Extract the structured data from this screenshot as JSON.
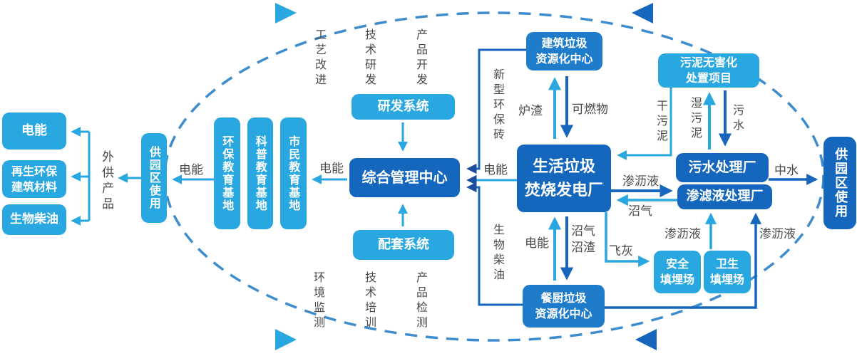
{
  "colors": {
    "light": "#29A7E0",
    "medium": "#1E7CCB",
    "dark": "#1467BD",
    "line_dark": "#1766BE",
    "navy": "#1B4F9E",
    "dash": "#3D8CCE",
    "label": "#4A4A4A"
  },
  "outputs": {
    "dianneng": "电能",
    "zaisheng": "再生环保\n建筑材料",
    "shengwuchaiyou": "生物柴油"
  },
  "park_use_left": "供园区使用",
  "park_use_right": "供园区使用",
  "edu": {
    "huanbao": "环保教育基地",
    "kepu": "科普教育基地",
    "shimin": "市民教育基地"
  },
  "systems": {
    "yanfa": "研发系统",
    "zonghe": "综合管理中心",
    "peitao": "配套系统"
  },
  "plants": {
    "jianzhu": "建筑垃圾\n资源化中心",
    "shenghuo": "生活垃圾\n焚烧发电厂",
    "canchu": "餐厨垃圾\n资源化中心",
    "wuni": "污泥无害化\n处置项目",
    "wushui_plant": "污水处理厂",
    "shenlv_plant": "渗滤液处理厂",
    "anquan": "安全\n填埋场",
    "weisheng": "卫生\n填埋场"
  },
  "labels": {
    "waigong": "外供产品",
    "gongyi": "工艺改进",
    "jishu_yanfa": "技术研发",
    "chanpin_kaifa": "产品开发",
    "huanjing_jiance": "环境监测",
    "jishu_peixun": "技术培训",
    "chanpin_jiance": "产品检测",
    "dianneng_left": "电能",
    "dianneng_edu": "电能",
    "dianneng_center": "电能",
    "dianneng_canchu": "电能",
    "xinxing": "新型环保砖",
    "shengwuchaiyou": "生物柴油",
    "luzha": "炉渣",
    "keranwu": "可燃物",
    "zhaoqi_zhaozha": "沼气\n沼渣",
    "ganwuni": "干污泥",
    "shiwuni": "湿污泥",
    "wushui": "污水",
    "shenliye_a": "渗沥液",
    "zhaoqi": "沼气",
    "zhongshui": "中水",
    "feihui": "飞灰",
    "shenliye_b": "渗沥液",
    "shenliye_c": "渗沥液"
  }
}
